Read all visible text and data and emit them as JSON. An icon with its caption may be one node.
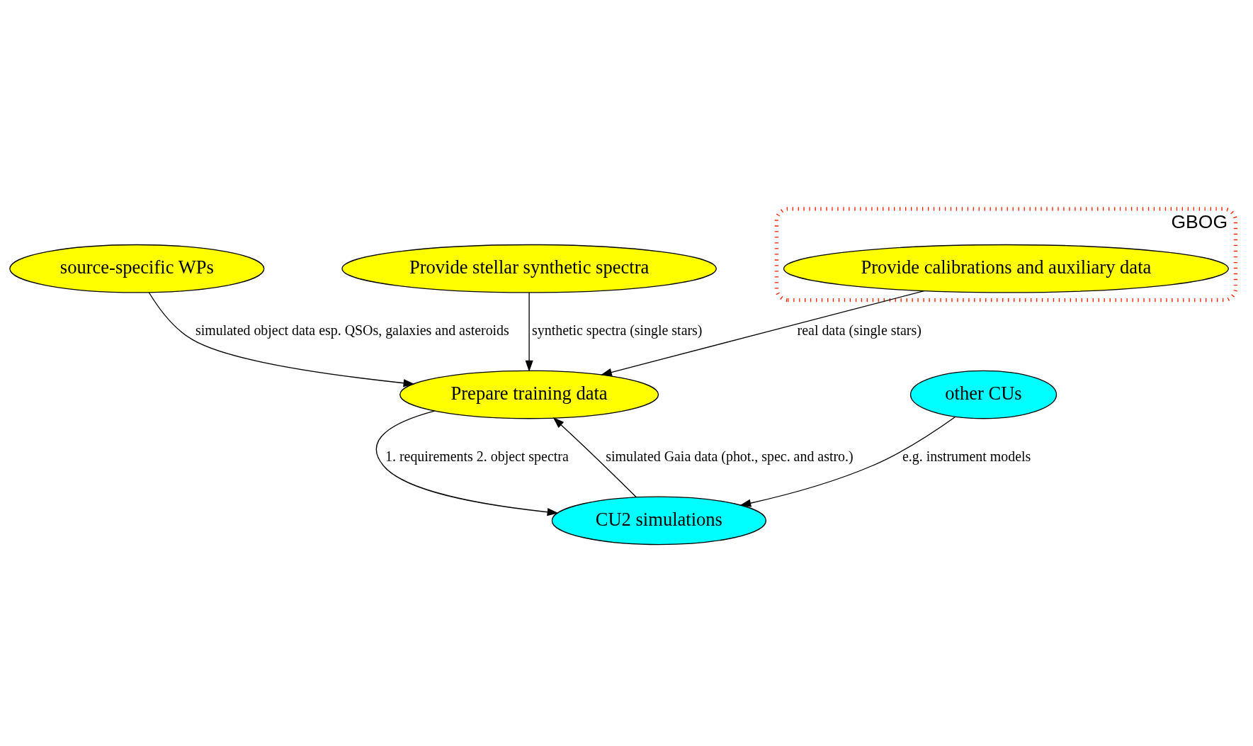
{
  "diagram": {
    "nodes": [
      {
        "text": [
          "source-specific WPs"
        ]
      },
      {
        "text": [
          "Provide stellar synthetic spectra"
        ]
      },
      {
        "text": [
          "Prepare training data"
        ]
      },
      {
        "text": [
          "GBOG"
        ]
      },
      {
        "text": [
          "Provide calibrations and auxiliary data"
        ],
        "in": 3
      },
      {
        "text": [
          "CU2 simulations"
        ]
      },
      {
        "text": [
          "other CUs"
        ]
      }
    ],
    "edges": [
      {
        "from": 0,
        "to": 2,
        "arrow": "to",
        "label": "simulated object data esp. QSOs, galaxies and asteroids"
      },
      {
        "from": 1,
        "to": 2,
        "arrow": "to",
        "label": "synthetic spectra (single stars)"
      },
      {
        "from": 4,
        "to": 2,
        "arrow": "to",
        "label": "real data (single stars)"
      },
      {
        "from": 5,
        "to": 2,
        "arrow": "to",
        "label": "simulated Gaia data (phot., spec. and astro.)"
      },
      {
        "from": 2,
        "to": 5,
        "arrow": "to",
        "label": "1. requirements 2. object spectra"
      },
      {
        "from": 6,
        "to": 5,
        "arrow": "to",
        "label": "e.g. instrument models"
      }
    ]
  }
}
